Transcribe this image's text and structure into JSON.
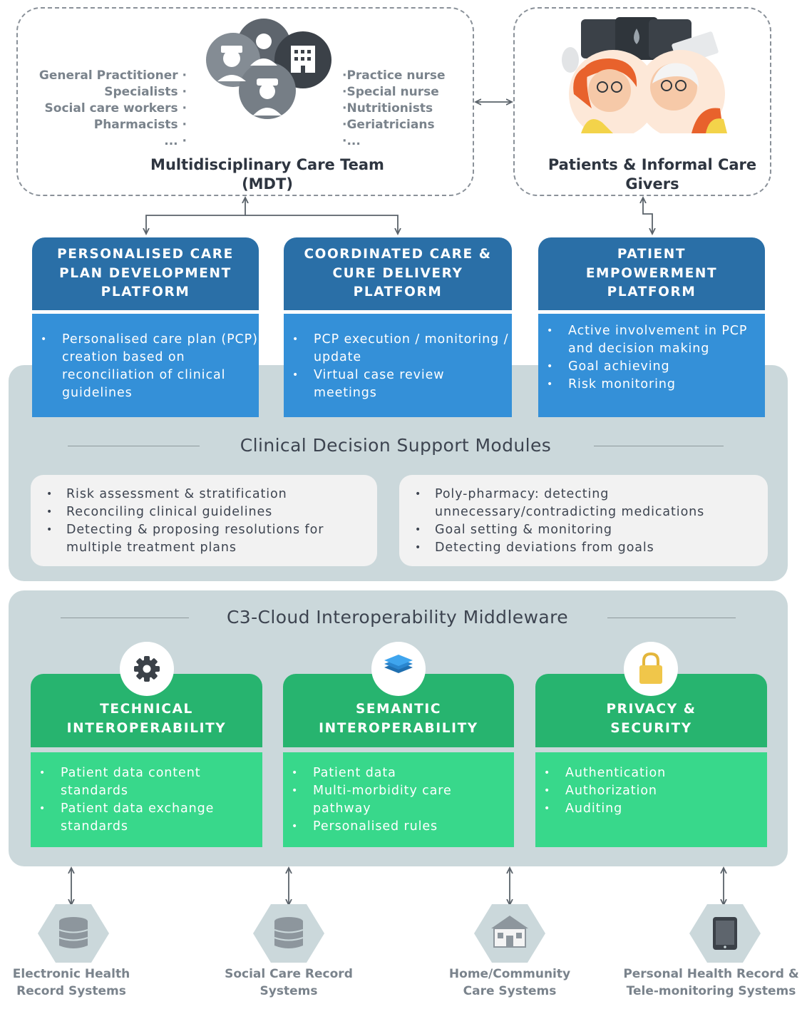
{
  "mdt": {
    "title": "Multidisciplinary Care Team (MDT)",
    "left_roles": [
      "General Practitioner",
      "Specialists",
      "Social care workers",
      "Pharmacists",
      "..."
    ],
    "right_roles": [
      "Practice nurse",
      "Special nurse",
      "Nutritionists",
      "Geriatricians",
      "..."
    ]
  },
  "patients": {
    "title": "Patients & Informal Care Givers"
  },
  "platforms": [
    {
      "title": "PERSONALISED CARE PLAN DEVELOPMENT PLATFORM",
      "bullets": [
        "Personalised care plan (PCP) creation based on reconciliation of clinical guidelines"
      ]
    },
    {
      "title": "COORDINATED CARE & CURE DELIVERY PLATFORM",
      "bullets": [
        "PCP execution / monitoring / update",
        "Virtual case review meetings"
      ]
    },
    {
      "title": "PATIENT EMPOWERMENT PLATFORM",
      "bullets": [
        "Active involvement in PCP and decision making",
        "Goal achieving",
        "Risk monitoring"
      ]
    }
  ],
  "cds": {
    "title": "Clinical Decision Support Modules",
    "left_items": [
      "Risk assessment & stratification",
      "Reconciling clinical guidelines",
      "Detecting & proposing resolutions for multiple treatment plans"
    ],
    "right_items": [
      "Poly-pharmacy: detecting unnecessary/contradicting medications",
      "Goal setting & monitoring",
      "Detecting deviations from goals"
    ]
  },
  "middleware": {
    "title": "C3-Cloud Interoperability Middleware",
    "modules": [
      {
        "title": "TECHNICAL INTEROPERABILITY",
        "icon": "gear-icon",
        "bullets": [
          "Patient data content standards",
          "Patient data exchange standards"
        ]
      },
      {
        "title": "SEMANTIC INTEROPERABILITY",
        "icon": "layers-icon",
        "bullets": [
          "Patient data",
          "Multi-morbidity care pathway",
          "Personalised rules"
        ]
      },
      {
        "title": "PRIVACY & SECURITY",
        "icon": "lock-icon",
        "bullets": [
          "Authentication",
          "Authorization",
          "Auditing"
        ]
      }
    ]
  },
  "systems": [
    {
      "label": "Electronic Health Record Systems",
      "icon": "database-icon"
    },
    {
      "label": "Social Care Record Systems",
      "icon": "database-icon"
    },
    {
      "label": "Home/Community Care Systems",
      "icon": "house-icon"
    },
    {
      "label": "Personal Health Record & Tele-monitoring Systems",
      "icon": "tablet-icon"
    }
  ],
  "colors": {
    "platform_header": "#2a6fa7",
    "platform_body": "#3490d8",
    "module_header": "#27b46f",
    "module_body": "#38d88b",
    "panel": "#cbd8db"
  }
}
